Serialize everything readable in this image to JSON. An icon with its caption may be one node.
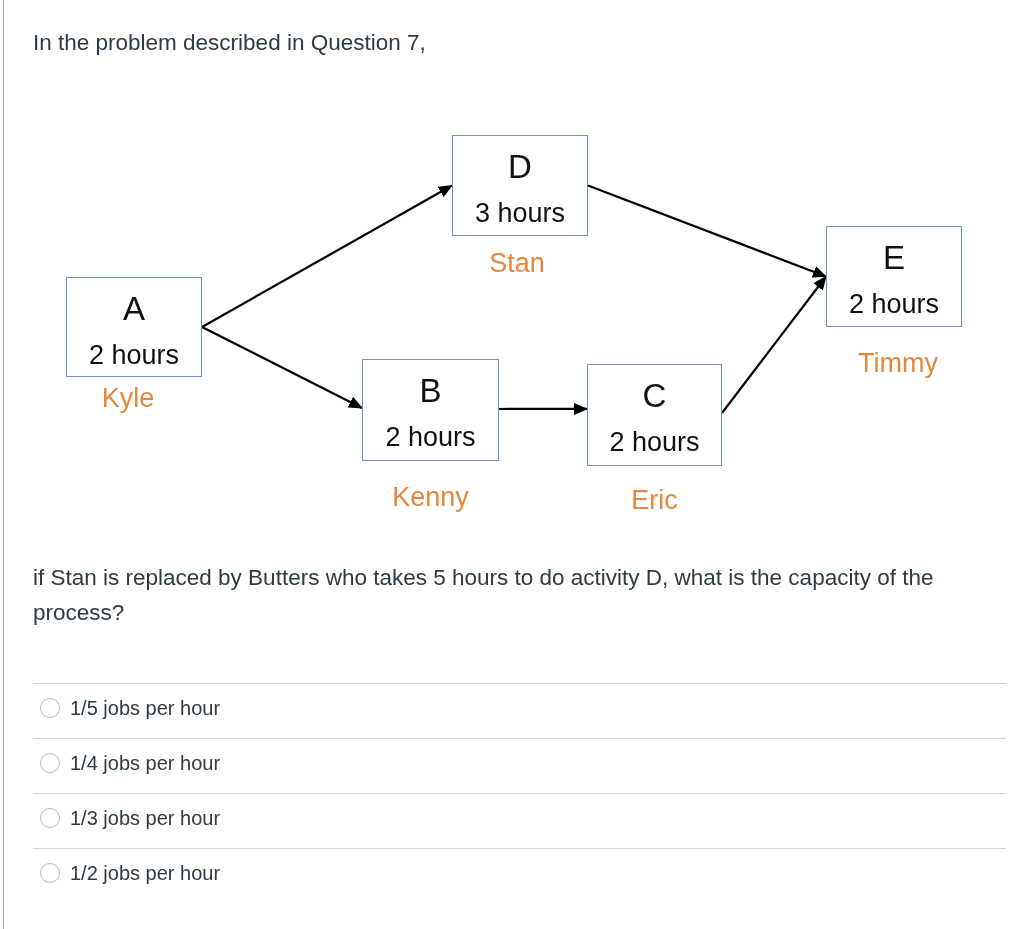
{
  "diagram": {
    "nodes": [
      {
        "text": [
          "A",
          "2 hours"
        ],
        "beside": [
          "Kyle"
        ]
      },
      {
        "text": [
          "B",
          "2 hours"
        ],
        "beside": [
          "Kenny"
        ]
      },
      {
        "text": [
          "C",
          "2 hours"
        ],
        "beside": [
          "Eric"
        ]
      },
      {
        "text": [
          "D",
          "3 hours"
        ],
        "beside": [
          "Stan"
        ]
      },
      {
        "text": [
          "E",
          "2 hours"
        ],
        "beside": [
          "Timmy"
        ]
      }
    ],
    "edges": [
      {
        "from": 0,
        "to": 3,
        "arrow": "to"
      },
      {
        "from": 0,
        "to": 1,
        "arrow": "to"
      },
      {
        "from": 1,
        "to": 2,
        "arrow": "to"
      },
      {
        "from": 3,
        "to": 4,
        "arrow": "to"
      },
      {
        "from": 2,
        "to": 4,
        "arrow": "to"
      }
    ],
    "labels": [
      "In the problem described in Question 7,",
      "if Stan is replaced by Butters who takes 5 hours to do activity D, what is the capacity of the process?",
      "1/5 jobs per hour",
      "1/4 jobs per hour",
      "1/3 jobs per hour",
      "1/2 jobs per hour"
    ]
  }
}
